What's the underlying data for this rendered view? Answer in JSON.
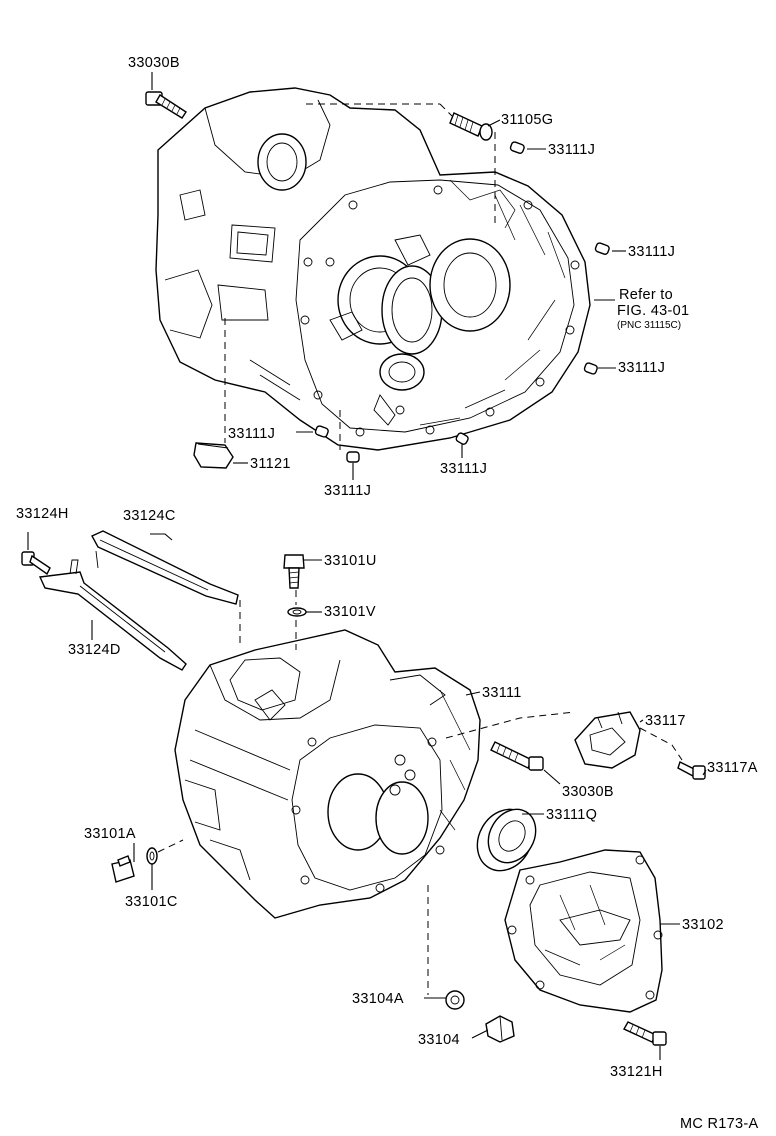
{
  "labels": {
    "top_bolt": "33030B",
    "top_stud": "31105G",
    "pin_a": "33111J",
    "pin_b": "33111J",
    "pin_c": "33111J",
    "pin_d": "33111J",
    "pin_e": "33111J",
    "pin_f": "33111J",
    "cover_31121": "31121",
    "refer_line1": "Refer to",
    "refer_line2": "FIG. 43-01",
    "refer_line3": "(PNC 31115C)",
    "bolt_33124H": "33124H",
    "rod_33124C": "33124C",
    "rod_33124D": "33124D",
    "breather": "33101U",
    "breather_washer": "33101V",
    "case_33111": "33111",
    "bracket_33117": "33117",
    "bracket_bolt": "33117A",
    "mid_bolt": "33030B",
    "oil_seal": "33111Q",
    "plug_33101A": "33101A",
    "gasket_33101C": "33101C",
    "cover_33102": "33102",
    "gasket_33104A": "33104A",
    "plug_33104": "33104",
    "cover_bolt": "33121H",
    "figure_code": "MC R173-A"
  }
}
